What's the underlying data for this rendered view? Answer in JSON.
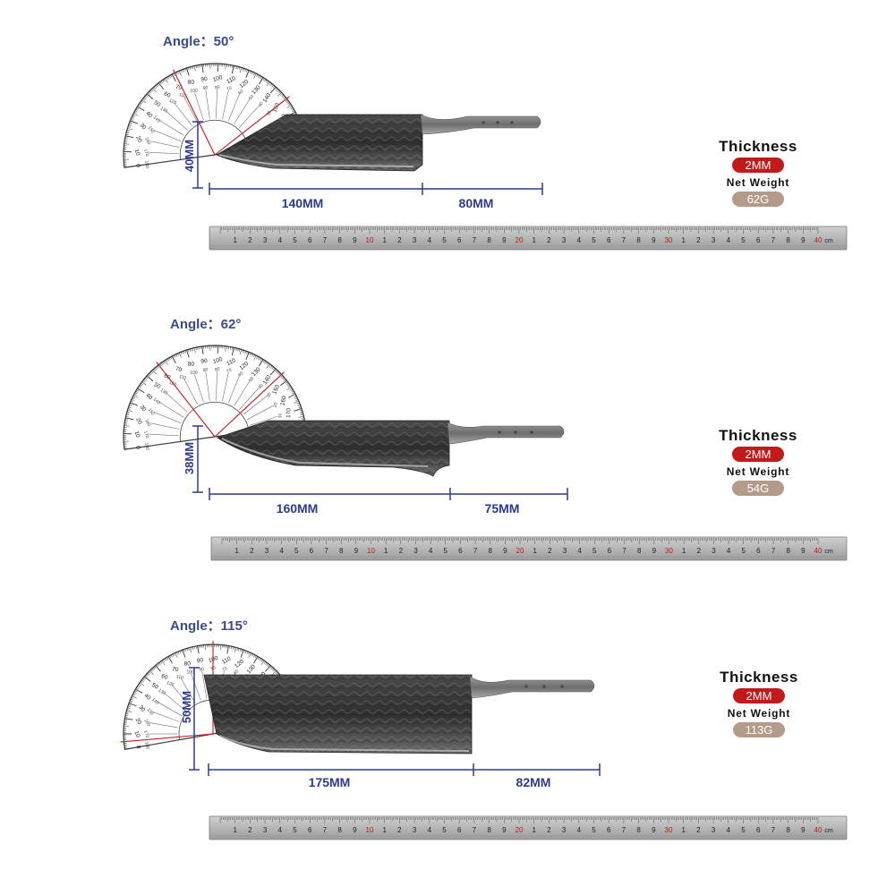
{
  "panels": [
    {
      "angle_text": "Angle：50°",
      "height_label": "40MM",
      "blade_label": "140MM",
      "tang_label": "80MM",
      "thickness_label": "Thickness",
      "thickness_value": "2MM",
      "net_weight_label": "Net Weight",
      "net_weight_value": "62G"
    },
    {
      "angle_text": "Angle：62°",
      "height_label": "38MM",
      "blade_label": "160MM",
      "tang_label": "75MM",
      "thickness_label": "Thickness",
      "thickness_value": "2MM",
      "net_weight_label": "Net Weight",
      "net_weight_value": "54G"
    },
    {
      "angle_text": "Angle：115°",
      "height_label": "50MM",
      "blade_label": "175MM",
      "tang_label": "82MM",
      "thickness_label": "Thickness",
      "thickness_value": "2MM",
      "net_weight_label": "Net Weight",
      "net_weight_value": "113G"
    }
  ],
  "ruler": {
    "major_labels": [
      "10",
      "20",
      "30",
      "40"
    ],
    "unit": "cm",
    "digits": [
      "1",
      "2",
      "3",
      "4",
      "5",
      "6",
      "7",
      "8",
      "9"
    ]
  },
  "protractor_labels": [
    "0",
    "10",
    "20",
    "30",
    "40",
    "50",
    "60",
    "70",
    "80",
    "90",
    "100",
    "110",
    "120",
    "130",
    "140",
    "150",
    "160",
    "170",
    "180"
  ],
  "colors": {
    "dimension": "#2e3a8c",
    "angle_text": "#3a4a8a",
    "accent_red": "#c01a1a",
    "weight_pill": "#b49a89",
    "ruler": "#b8b8b8",
    "blade": "#3b3b3b"
  }
}
